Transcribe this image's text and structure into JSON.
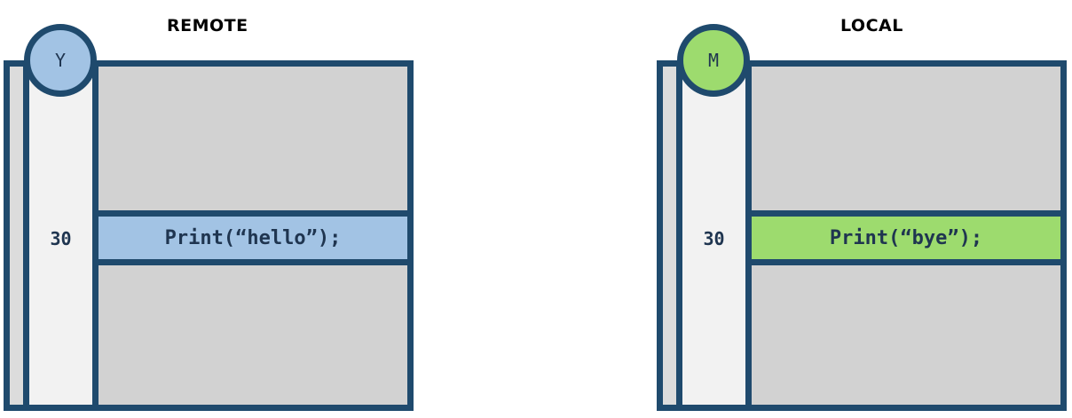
{
  "colors": {
    "border": "#1f4a6d",
    "editor_background": "#d2d2d2",
    "gutter_background": "#f2f2f2",
    "remote_accent": "#a2c3e4",
    "local_accent": "#9ddb6e"
  },
  "remote": {
    "title": "REMOTE",
    "avatar_initial": "Y",
    "line_number": "30",
    "code": "Print(“hello”);"
  },
  "local": {
    "title": "LOCAL",
    "avatar_initial": "M",
    "line_number": "30",
    "code": "Print(“bye”);"
  }
}
